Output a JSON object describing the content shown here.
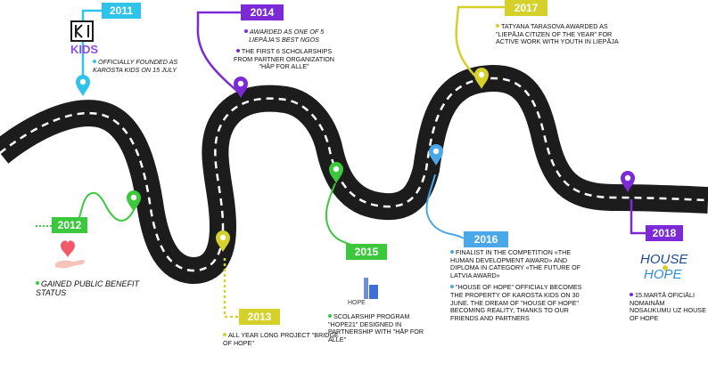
{
  "colors": {
    "road": "#1c1c1c",
    "y2011": "#2fc3ea",
    "y2012": "#3cc83c",
    "y2013": "#d6d02a",
    "y2014": "#7b2ad6",
    "y2015": "#3cc83c",
    "y2016": "#4aa7e8",
    "y2017": "#d6d02a",
    "y2018": "#7b2ad6"
  },
  "milestones": [
    {
      "year": "2011",
      "notes": [
        "OFFICIALLY FOUNDED AS KAROSTA KIDS ON 15 JULY"
      ],
      "logo_text": "KIDS"
    },
    {
      "year": "2012",
      "notes": [
        "GAINED PUBLIC BENEFIT STATUS"
      ],
      "icon": "heart-hand-icon"
    },
    {
      "year": "2013",
      "notes": [
        "ALL YEAR LONG PROJECT \"BRIDGE OF HOPE\""
      ]
    },
    {
      "year": "2014",
      "notes": [
        "AWARDED AS ONE OF 5 LIEPĀJA'S BEST NGOS",
        "THE FIRST 6 SCHOLARSHIPS FROM PARTNER ORGANIZATION \"HĀP FOR ALLE\""
      ]
    },
    {
      "year": "2015",
      "notes": [
        "SCOLARSHIP PROGRAM \"HOPE21\" DESIGNED IN PARTNERSHIP WITH \"HĀP FOR ALLE\""
      ],
      "logo_text": "HOPE"
    },
    {
      "year": "2016",
      "notes": [
        "FINALIST IN THE COMPETITION «THE HUMAN DEVELOPMENT AWARD» AND DIPLOMA IN CATEGORY «THE FUTURE OF LATVIA AWARD»",
        "\"HOUSE OF HOPE\" OFFICIALY BECOMES THE PROPERTY OF KAROSTA KIDS ON 30 JUNE. THE DREAM OF \"HOUSE OF HOPE\" BECOMING REALITY, THANKS TO OUR FRIENDS AND PARTNERS"
      ]
    },
    {
      "year": "2017",
      "notes": [
        "TATYANA TARASOVA AWARDED AS \"LIEPĀJA CITIZEN OF THE YEAR\" FOR ACTIVE WORK WITH YOUTH IN LIEPĀJA"
      ]
    },
    {
      "year": "2018",
      "notes": [
        "15.MARTĀ OFICIĀLI NOMAINĀM NOSAUKUMU UZ HOUSE OF HOPE"
      ],
      "logo_text": [
        "HOUSE",
        "HOPE"
      ]
    }
  ]
}
